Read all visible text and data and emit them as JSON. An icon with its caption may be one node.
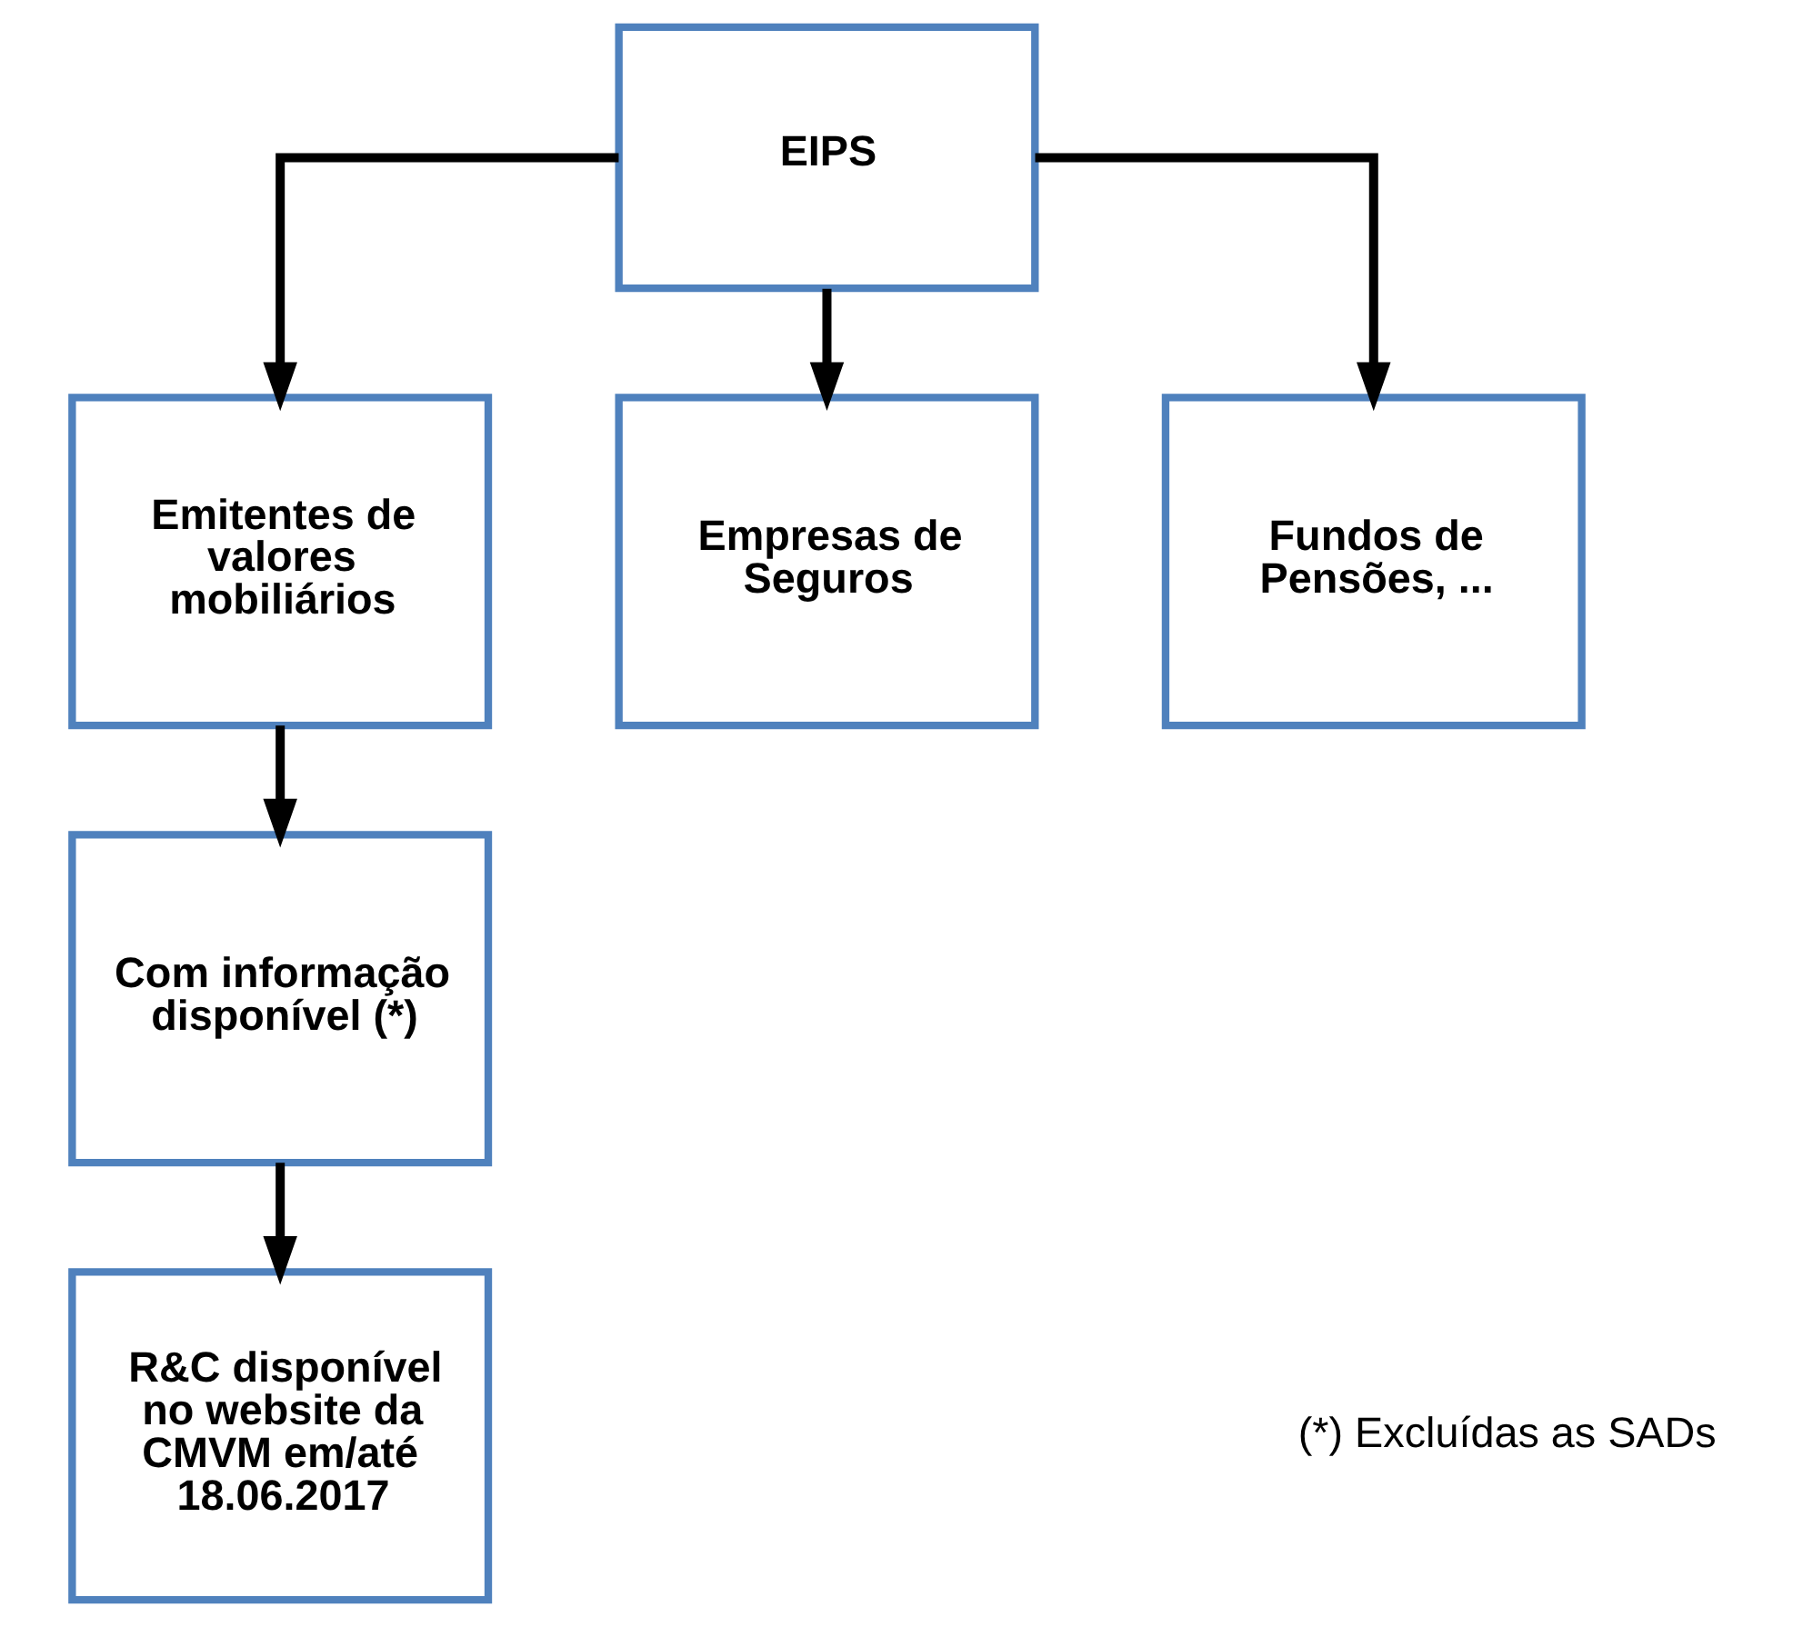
{
  "diagram": {
    "nodes": [
      {
        "text": [
          "EIPS"
        ]
      },
      {
        "text": [
          "Emitentes de valores mobiliários"
        ]
      },
      {
        "text": [
          "Empresas de Seguros"
        ]
      },
      {
        "text": [
          "Fundos de Pensões, ..."
        ]
      },
      {
        "text": [
          "Com informação disponível (*)"
        ]
      },
      {
        "text": [
          "R&C disponível no website da CMVM em/até 18.06.2017"
        ]
      }
    ],
    "edges": [
      {
        "from": 0,
        "to": 1,
        "arrow": "to"
      },
      {
        "from": 0,
        "to": 2,
        "arrow": "to"
      },
      {
        "from": 0,
        "to": 3,
        "arrow": "to"
      },
      {
        "from": 1,
        "to": 4,
        "arrow": "to"
      },
      {
        "from": 4,
        "to": 5,
        "arrow": "to"
      }
    ],
    "labels": [
      "(*) Excluídas as SADs"
    ]
  }
}
